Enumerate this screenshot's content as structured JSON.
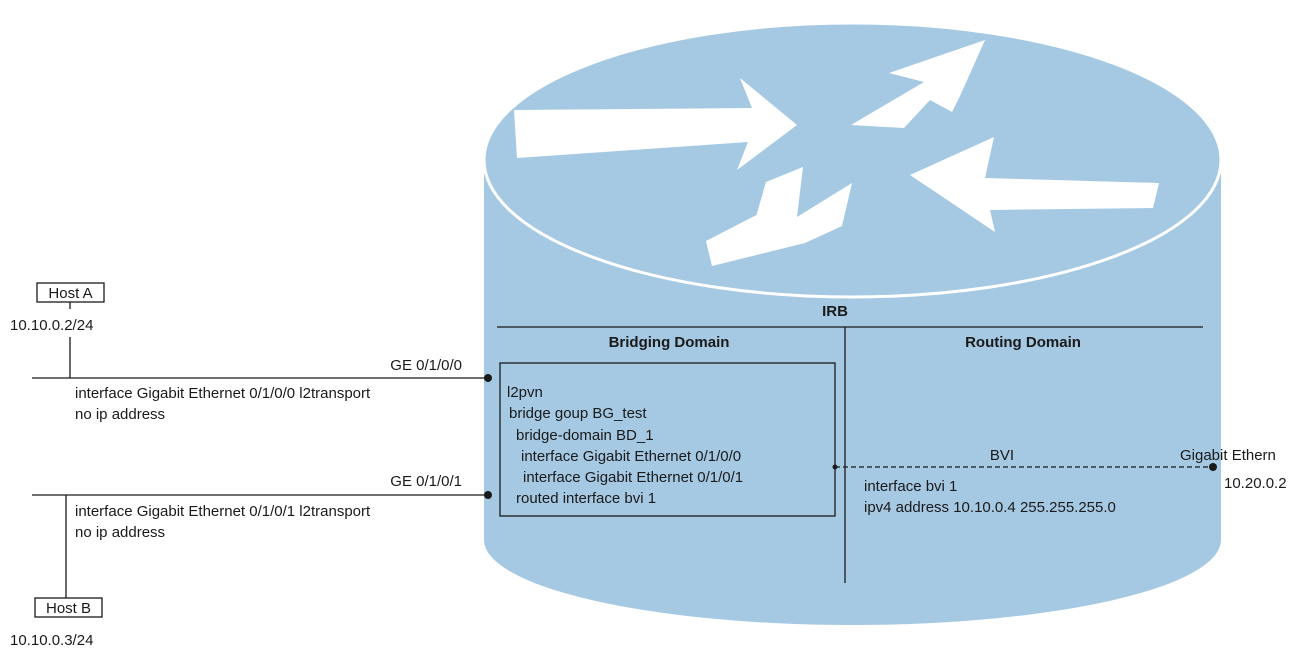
{
  "colors": {
    "router_fill": "#a6c9e3",
    "router_top": "#a6c9e3",
    "router_edge": "#ffffff",
    "arrow": "#ffffff",
    "line": "#1a1a1a"
  },
  "hosts": {
    "a": {
      "name": "Host A",
      "ip": "10.10.0.2/24"
    },
    "b": {
      "name": "Host B",
      "ip": "10.10.0.3/24"
    }
  },
  "links": {
    "top": {
      "port": "GE 0/1/0/0",
      "config": [
        "interface Gigabit Ethernet 0/1/0/0 l2transport",
        "no ip address"
      ]
    },
    "bottom": {
      "port": "GE 0/1/0/1",
      "config": [
        "interface Gigabit Ethernet 0/1/0/1 l2transport",
        "no ip address"
      ]
    }
  },
  "router": {
    "irb_label": "IRB",
    "bridging": {
      "title": "Bridging Domain",
      "config": [
        "l2pvn",
        "bridge goup BG_test",
        "bridge-domain BD_1",
        "interface Gigabit Ethernet 0/1/0/0",
        "interface Gigabit Ethernet 0/1/0/1",
        "routed interface bvi 1"
      ]
    },
    "routing": {
      "title": "Routing Domain",
      "bvi_label": "BVI",
      "config": [
        "interface bvi 1",
        "ipv4 address 10.10.0.4 255.255.255.0"
      ]
    }
  },
  "uplink": {
    "label": "Gigabit Ethern",
    "ip": "10.20.0.2"
  }
}
